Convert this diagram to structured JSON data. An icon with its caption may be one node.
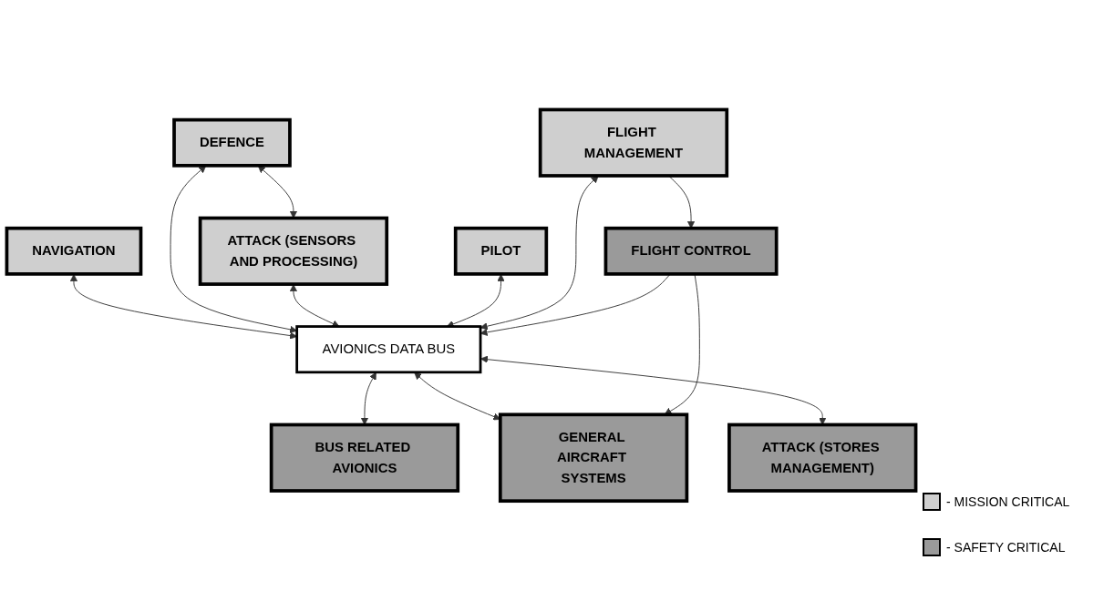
{
  "diagram": {
    "nodes": [
      {
        "text": [
          "NAVIGATION"
        ]
      },
      {
        "text": [
          "DEFENCE"
        ]
      },
      {
        "text": [
          "ATTACK (SENSORS AND PROCESSING)"
        ]
      },
      {
        "text": [
          "PILOT"
        ]
      },
      {
        "text": [
          "FLIGHT MANAGEMENT"
        ]
      },
      {
        "text": [
          "AVIONICS DATA BUS"
        ]
      },
      {
        "text": [
          "BUS RELATED AVIONICS"
        ]
      },
      {
        "text": [
          "FLIGHT CONTROL"
        ]
      },
      {
        "text": [
          "GENERAL AIRCRAFT SYSTEMS"
        ]
      },
      {
        "text": [
          "ATTACK (STORES MANAGEMENT)"
        ]
      }
    ],
    "edges": [
      {
        "from": 0,
        "to": 5,
        "arrow": "both"
      },
      {
        "from": 1,
        "to": 5,
        "arrow": "both"
      },
      {
        "from": 1,
        "to": 2,
        "arrow": "both"
      },
      {
        "from": 2,
        "to": 5,
        "arrow": "both"
      },
      {
        "from": 3,
        "to": 5,
        "arrow": "both"
      },
      {
        "from": 4,
        "to": 5,
        "arrow": "both"
      },
      {
        "from": 5,
        "to": 6,
        "arrow": "both"
      },
      {
        "from": 4,
        "to": 7,
        "arrow": "to"
      },
      {
        "from": 7,
        "to": 5,
        "arrow": "to"
      },
      {
        "from": 5,
        "to": 8,
        "arrow": "both"
      },
      {
        "from": 5,
        "to": 9,
        "arrow": "both"
      },
      {
        "from": 7,
        "to": 8,
        "arrow": "to"
      }
    ],
    "legend": [
      {
        "text": "- MISSION CRITICAL",
        "color": "#cfcfcf"
      },
      {
        "text": "- SAFETY CRITICAL",
        "color": "#9a9a9a"
      }
    ]
  }
}
